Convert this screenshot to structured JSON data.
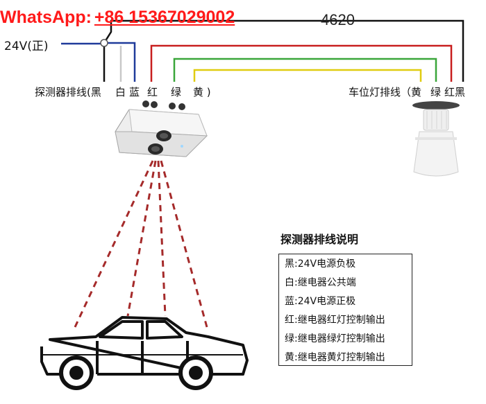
{
  "watermark": {
    "brand": "WhatsApp:",
    "number": "+86 15367029002"
  },
  "model": "4620",
  "power_label": "24V(正)",
  "detector_cable": {
    "label": "探测器排线(",
    "wires": [
      "黑",
      "白",
      "蓝",
      "红",
      "绿",
      "黄"
    ],
    "close": ")"
  },
  "lamp_cable": {
    "label": "车位灯排线（黄",
    "wires": [
      "绿",
      "红黑"
    ]
  },
  "legend": {
    "title": "探测器排线说明",
    "rows": [
      {
        "key": "黑:",
        "value": "24V电源负极"
      },
      {
        "key": "白:",
        "value": "继电器公共端"
      },
      {
        "key": "蓝:",
        "value": "24V电源正极"
      },
      {
        "key": "红:",
        "value": "继电器红灯控制输出"
      },
      {
        "key": "绿:",
        "value": "继电器绿灯控制输出"
      },
      {
        "key": "黄:",
        "value": "继电器黄灯控制输出"
      }
    ]
  },
  "colors": {
    "black_wire": "#111111",
    "white_wire": "#c8c8c8",
    "blue_wire": "#1f3a9a",
    "red_wire": "#c81e1e",
    "green_wire": "#3aa63a",
    "yellow_wire": "#e0cc10",
    "ultrasonic_beam": "#a52a2a",
    "watermark": "#ff1a1a"
  },
  "icons": {
    "detector": "ultrasonic-detector-icon",
    "lamp": "parking-indicator-lamp-icon",
    "car": "car-silhouette-icon"
  }
}
